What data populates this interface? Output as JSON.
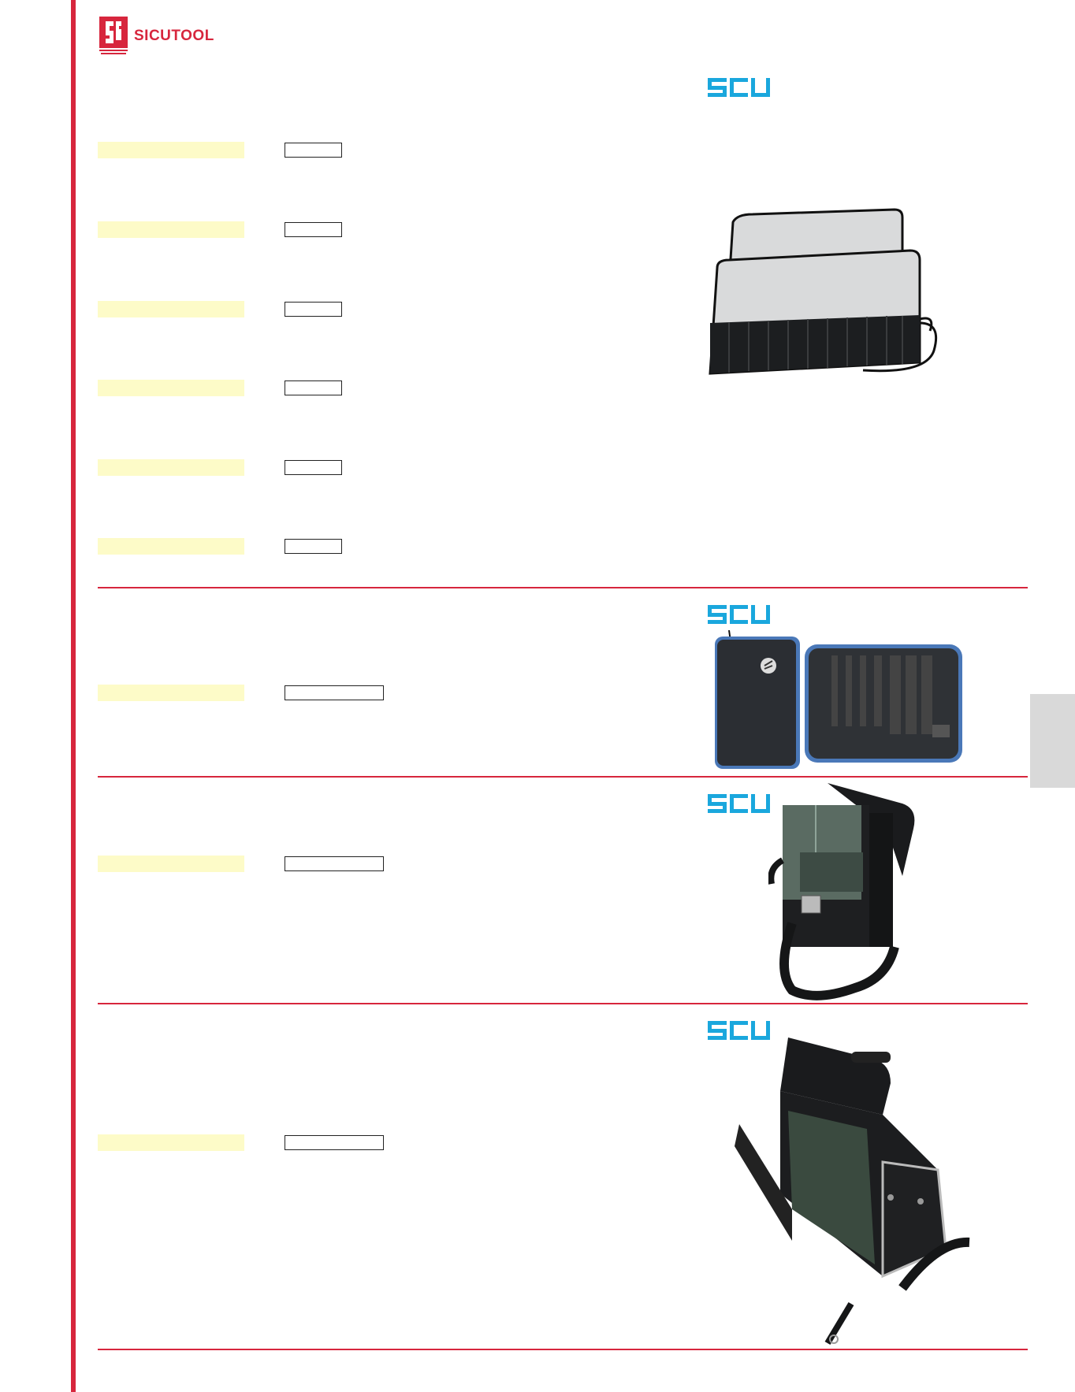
{
  "brand": {
    "name": "SICUTOOL",
    "red": "#d7263d",
    "scu_blue": "#1aa7dd"
  },
  "sections": [
    {
      "id": "tool-roll",
      "rows": 6,
      "image": "canvas-tool-roll"
    },
    {
      "id": "tool-wallet",
      "rows": 1,
      "image": "zip-tool-wallet"
    },
    {
      "id": "shoulder-bag",
      "rows": 1,
      "image": "leather-shoulder-bag"
    },
    {
      "id": "tool-case",
      "rows": 1,
      "image": "leather-tool-case"
    }
  ]
}
